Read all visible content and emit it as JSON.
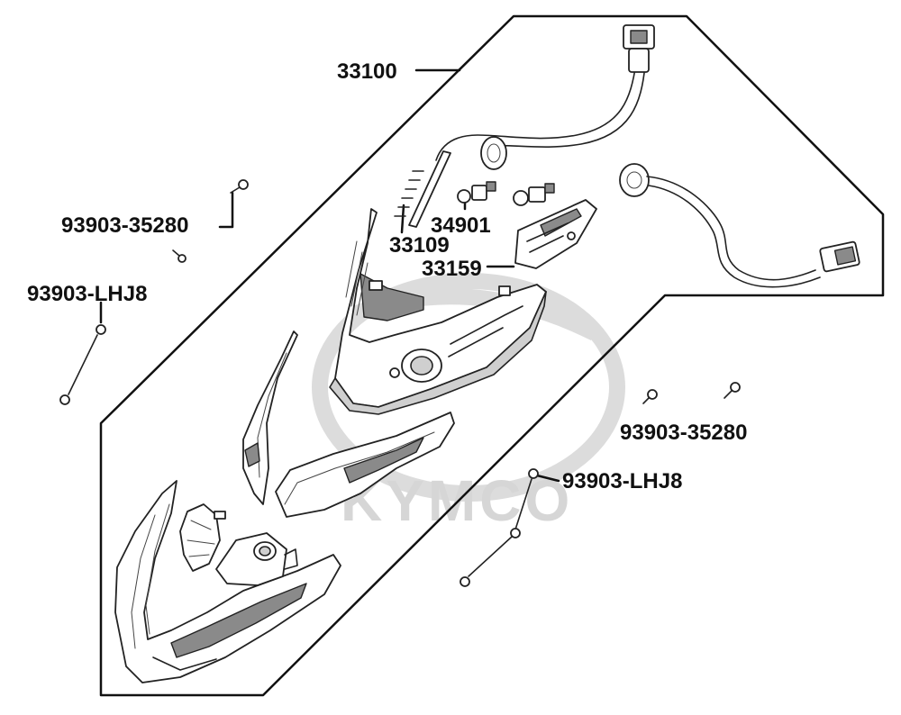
{
  "watermark": {
    "text": "KYMCO"
  },
  "callouts": {
    "assembly": "33100",
    "screw_top_left": "93903-35280",
    "screw_left": "93903-LHJ8",
    "bulb": "34901",
    "socket": "33109",
    "bracket": "33159",
    "screw_right": "93903-35280",
    "screw_bottom": "93903-LHJ8"
  }
}
